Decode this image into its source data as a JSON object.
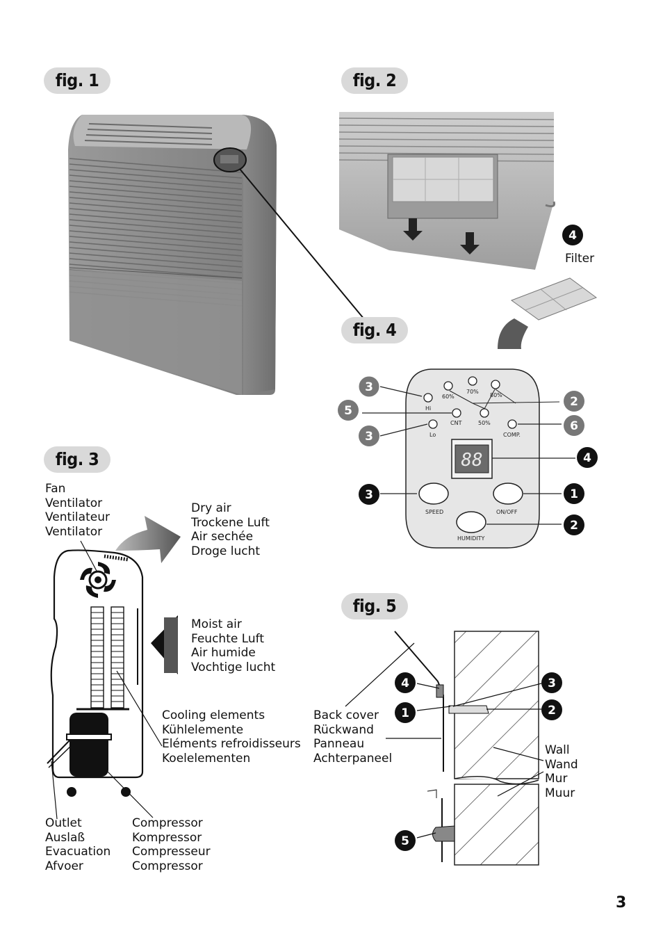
{
  "figures": {
    "fig1": "fig. 1",
    "fig2": "fig. 2",
    "fig3": "fig. 3",
    "fig4": "fig. 4",
    "fig5": "fig. 5"
  },
  "fig2": {
    "badge": "4",
    "filter_label": "Filter"
  },
  "fig3": {
    "fan": [
      "Fan",
      "Ventilator",
      "Ventilateur",
      "Ventilator"
    ],
    "dry_air": [
      "Dry air",
      "Trockene Luft",
      "Air sechée",
      "Droge lucht"
    ],
    "moist_air": [
      "Moist air",
      "Feuchte Luft",
      "Air humide",
      "Vochtige lucht"
    ],
    "cooling": [
      "Cooling elements",
      "Kühlelemente",
      "Eléments refroidisseurs",
      "Koelelementen"
    ],
    "outlet": [
      "Outlet",
      "Auslaß",
      "Evacuation",
      "Afvoer"
    ],
    "compressor": [
      "Compressor",
      "Kompressor",
      "Compresseur",
      "Compressor"
    ]
  },
  "fig4": {
    "lights": {
      "hi": "Hi",
      "cnt": "CNT",
      "lo": "Lo",
      "h60": "60%",
      "h70": "70%",
      "h80": "80%",
      "h50": "50%",
      "comp": "COMP."
    },
    "display": "88",
    "buttons": {
      "speed": "SPEED",
      "onoff": "ON/OFF",
      "humidity": "HUMIDITY"
    },
    "badges": {
      "left_top": "3",
      "left_mid": "5",
      "left_low": "3",
      "left_speed": "3",
      "right_top": "2",
      "right_comp": "6",
      "right_display": "4",
      "right_onoff": "1",
      "right_humidity": "2"
    }
  },
  "fig5": {
    "back_cover": [
      "Back cover",
      "Rückwand",
      "Panneau",
      "Achterpaneel"
    ],
    "wall": [
      "Wall",
      "Wand",
      "Mur",
      "Muur"
    ],
    "badges": {
      "b4": "4",
      "b1": "1",
      "b3": "3",
      "b2": "2",
      "b5": "5"
    }
  },
  "page_number": "3"
}
